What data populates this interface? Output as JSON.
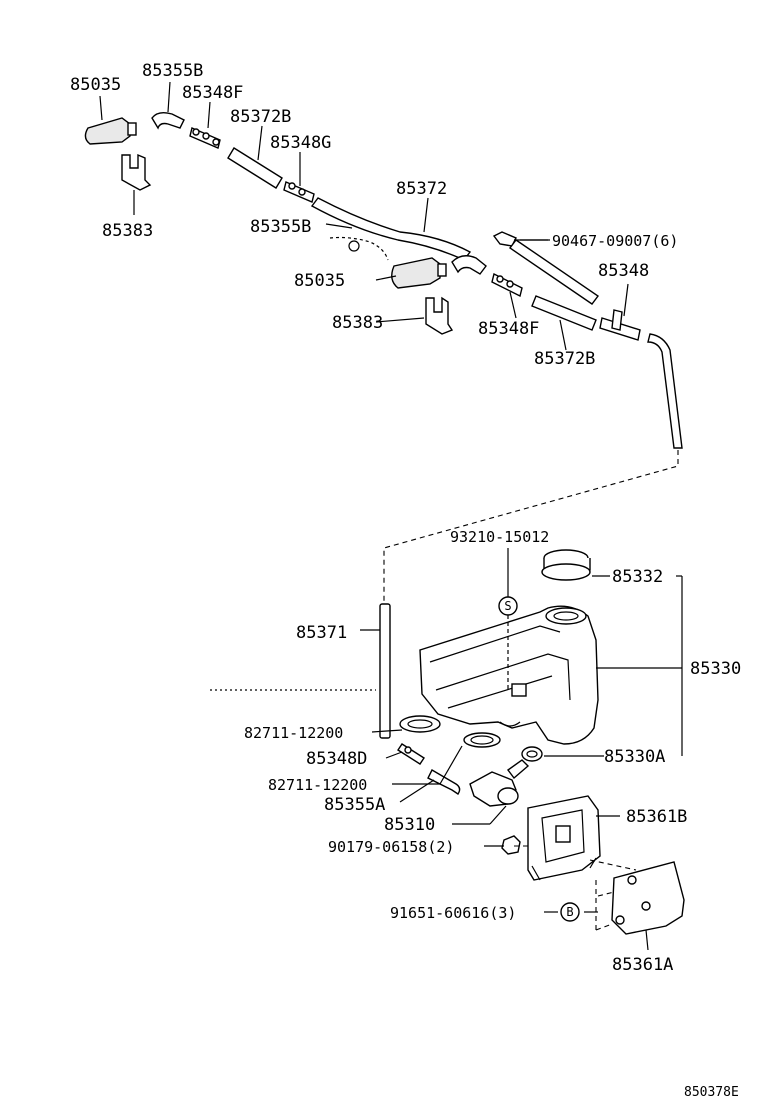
{
  "labels": {
    "l_85035_top": "85035",
    "l_85355B_top": "85355B",
    "l_85348F_top": "85348F",
    "l_85372B_top": "85372B",
    "l_85348G": "85348G",
    "l_85383_top": "85383",
    "l_85372": "85372",
    "l_85355B_mid": "85355B",
    "l_90467": "90467-09007(6)",
    "l_85035_mid": "85035",
    "l_85348": "85348",
    "l_85383_mid": "85383",
    "l_85348F_mid": "85348F",
    "l_85372B_mid": "85372B",
    "l_93210": "93210-15012",
    "l_85332": "85332",
    "l_85371": "85371",
    "l_85330": "85330",
    "l_82711_a": "82711-12200",
    "l_85348D": "85348D",
    "l_82711_b": "82711-12200",
    "l_85330A": "85330A",
    "l_85355A": "85355A",
    "l_85310": "85310",
    "l_85361B": "85361B",
    "l_90179": "90179-06158(2)",
    "l_91651": "91651-60616(3)",
    "l_85361A": "85361A"
  },
  "markers": {
    "s": "S",
    "b": "B"
  },
  "ref_code": "850378E"
}
